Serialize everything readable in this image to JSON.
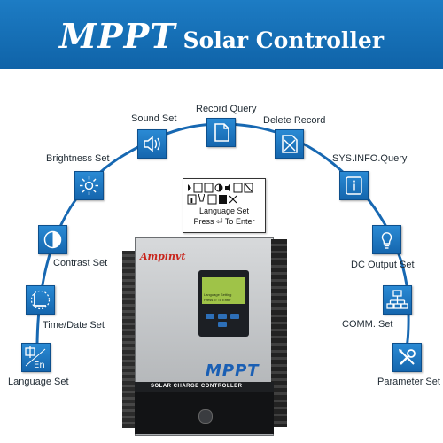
{
  "banner": {
    "title_main": "MPPT",
    "title_sub": "Solar Controller",
    "color": "#1870b8"
  },
  "features": [
    {
      "label": "Record Query",
      "icon": "document-icon"
    },
    {
      "label": "Sound Set",
      "icon": "speaker-icon"
    },
    {
      "label": "Delete Record",
      "icon": "delete-document-icon"
    },
    {
      "label": "Brightness Set",
      "icon": "brightness-icon"
    },
    {
      "label": "SYS.INFO.Query",
      "icon": "info-icon"
    },
    {
      "label": "Contrast Set",
      "icon": "contrast-icon"
    },
    {
      "label": "DC Output Set",
      "icon": "lightbulb-icon"
    },
    {
      "label": "Time/Date Set",
      "icon": "clock-icon"
    },
    {
      "label": "COMM. Set",
      "icon": "network-icon"
    },
    {
      "label": "Language Set",
      "icon": "language-icon"
    },
    {
      "label": "Parameter Set",
      "icon": "tools-icon"
    }
  ],
  "callout": {
    "title": "Language Set",
    "instruction": "Press ⏎ To Enter"
  },
  "device": {
    "brand": "Ampinvt",
    "model": "MPPT",
    "strip": "SOLAR CHARGE CONTROLLER",
    "lcd_line1": "Language Setting",
    "lcd_line2": "Press ⏎ To Enter"
  }
}
